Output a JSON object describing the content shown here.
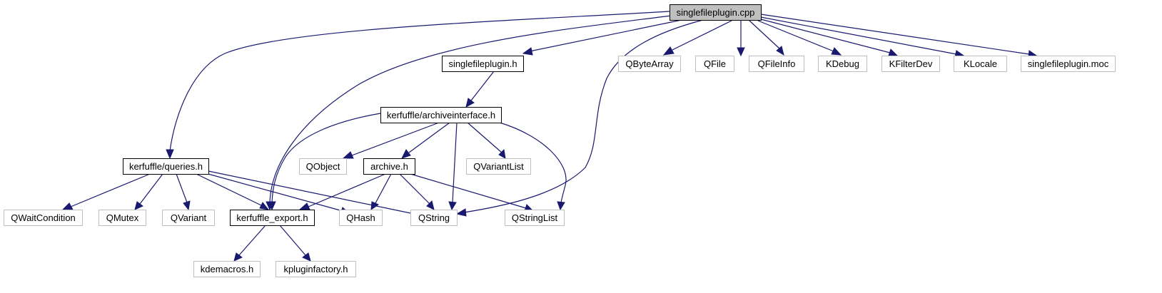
{
  "graph": {
    "root": "singlefileplugin.cpp",
    "nodes": {
      "singlefileplugin_cpp": {
        "label": "singlefileplugin.cpp",
        "kind": "root"
      },
      "singlefileplugin_h": {
        "label": "singlefileplugin.h",
        "kind": "project"
      },
      "qbytearray": {
        "label": "QByteArray",
        "kind": "system"
      },
      "qfile": {
        "label": "QFile",
        "kind": "system"
      },
      "qfileinfo": {
        "label": "QFileInfo",
        "kind": "system"
      },
      "kdebug": {
        "label": "KDebug",
        "kind": "system"
      },
      "kfilterdev": {
        "label": "KFilterDev",
        "kind": "system"
      },
      "klocale": {
        "label": "KLocale",
        "kind": "system"
      },
      "singlefileplugin_moc": {
        "label": "singlefileplugin.moc",
        "kind": "system"
      },
      "archiveinterface_h": {
        "label": "kerfuffle/archiveinterface.h",
        "kind": "project"
      },
      "queries_h": {
        "label": "kerfuffle/queries.h",
        "kind": "project"
      },
      "qobject": {
        "label": "QObject",
        "kind": "system"
      },
      "archive_h": {
        "label": "archive.h",
        "kind": "project"
      },
      "qvariantlist": {
        "label": "QVariantList",
        "kind": "system"
      },
      "qwaitcondition": {
        "label": "QWaitCondition",
        "kind": "system"
      },
      "qmutex": {
        "label": "QMutex",
        "kind": "system"
      },
      "qvariant": {
        "label": "QVariant",
        "kind": "system"
      },
      "kerfuffle_export_h": {
        "label": "kerfuffle_export.h",
        "kind": "project"
      },
      "qhash": {
        "label": "QHash",
        "kind": "system"
      },
      "qstring": {
        "label": "QString",
        "kind": "system"
      },
      "qstringlist": {
        "label": "QStringList",
        "kind": "system"
      },
      "kdemacros_h": {
        "label": "kdemacros.h",
        "kind": "system"
      },
      "kpluginfactory_h": {
        "label": "kpluginfactory.h",
        "kind": "system"
      }
    },
    "edges": [
      [
        "singlefileplugin_cpp",
        "queries_h"
      ],
      [
        "singlefileplugin_cpp",
        "kerfuffle_export_h"
      ],
      [
        "singlefileplugin_cpp",
        "singlefileplugin_h"
      ],
      [
        "singlefileplugin_cpp",
        "qstring"
      ],
      [
        "singlefileplugin_cpp",
        "qbytearray"
      ],
      [
        "singlefileplugin_cpp",
        "qfile"
      ],
      [
        "singlefileplugin_cpp",
        "qfileinfo"
      ],
      [
        "singlefileplugin_cpp",
        "kdebug"
      ],
      [
        "singlefileplugin_cpp",
        "kfilterdev"
      ],
      [
        "singlefileplugin_cpp",
        "klocale"
      ],
      [
        "singlefileplugin_cpp",
        "singlefileplugin_moc"
      ],
      [
        "singlefileplugin_h",
        "archiveinterface_h"
      ],
      [
        "archiveinterface_h",
        "kerfuffle_export_h"
      ],
      [
        "archiveinterface_h",
        "qobject"
      ],
      [
        "archiveinterface_h",
        "archive_h"
      ],
      [
        "archiveinterface_h",
        "qstring"
      ],
      [
        "archiveinterface_h",
        "qvariantlist"
      ],
      [
        "archiveinterface_h",
        "qstringlist"
      ],
      [
        "queries_h",
        "qwaitcondition"
      ],
      [
        "queries_h",
        "qmutex"
      ],
      [
        "queries_h",
        "qvariant"
      ],
      [
        "queries_h",
        "kerfuffle_export_h"
      ],
      [
        "queries_h",
        "qhash"
      ],
      [
        "queries_h",
        "qstring"
      ],
      [
        "archive_h",
        "kerfuffle_export_h"
      ],
      [
        "archive_h",
        "qhash"
      ],
      [
        "archive_h",
        "qstring"
      ],
      [
        "archive_h",
        "qstringlist"
      ],
      [
        "kerfuffle_export_h",
        "kdemacros_h"
      ],
      [
        "kerfuffle_export_h",
        "kpluginfactory_h"
      ]
    ]
  },
  "colors": {
    "edge": "#191970",
    "root_fill": "#bfbfbf",
    "system_border": "#bfbfbf",
    "project_border": "#000000"
  }
}
